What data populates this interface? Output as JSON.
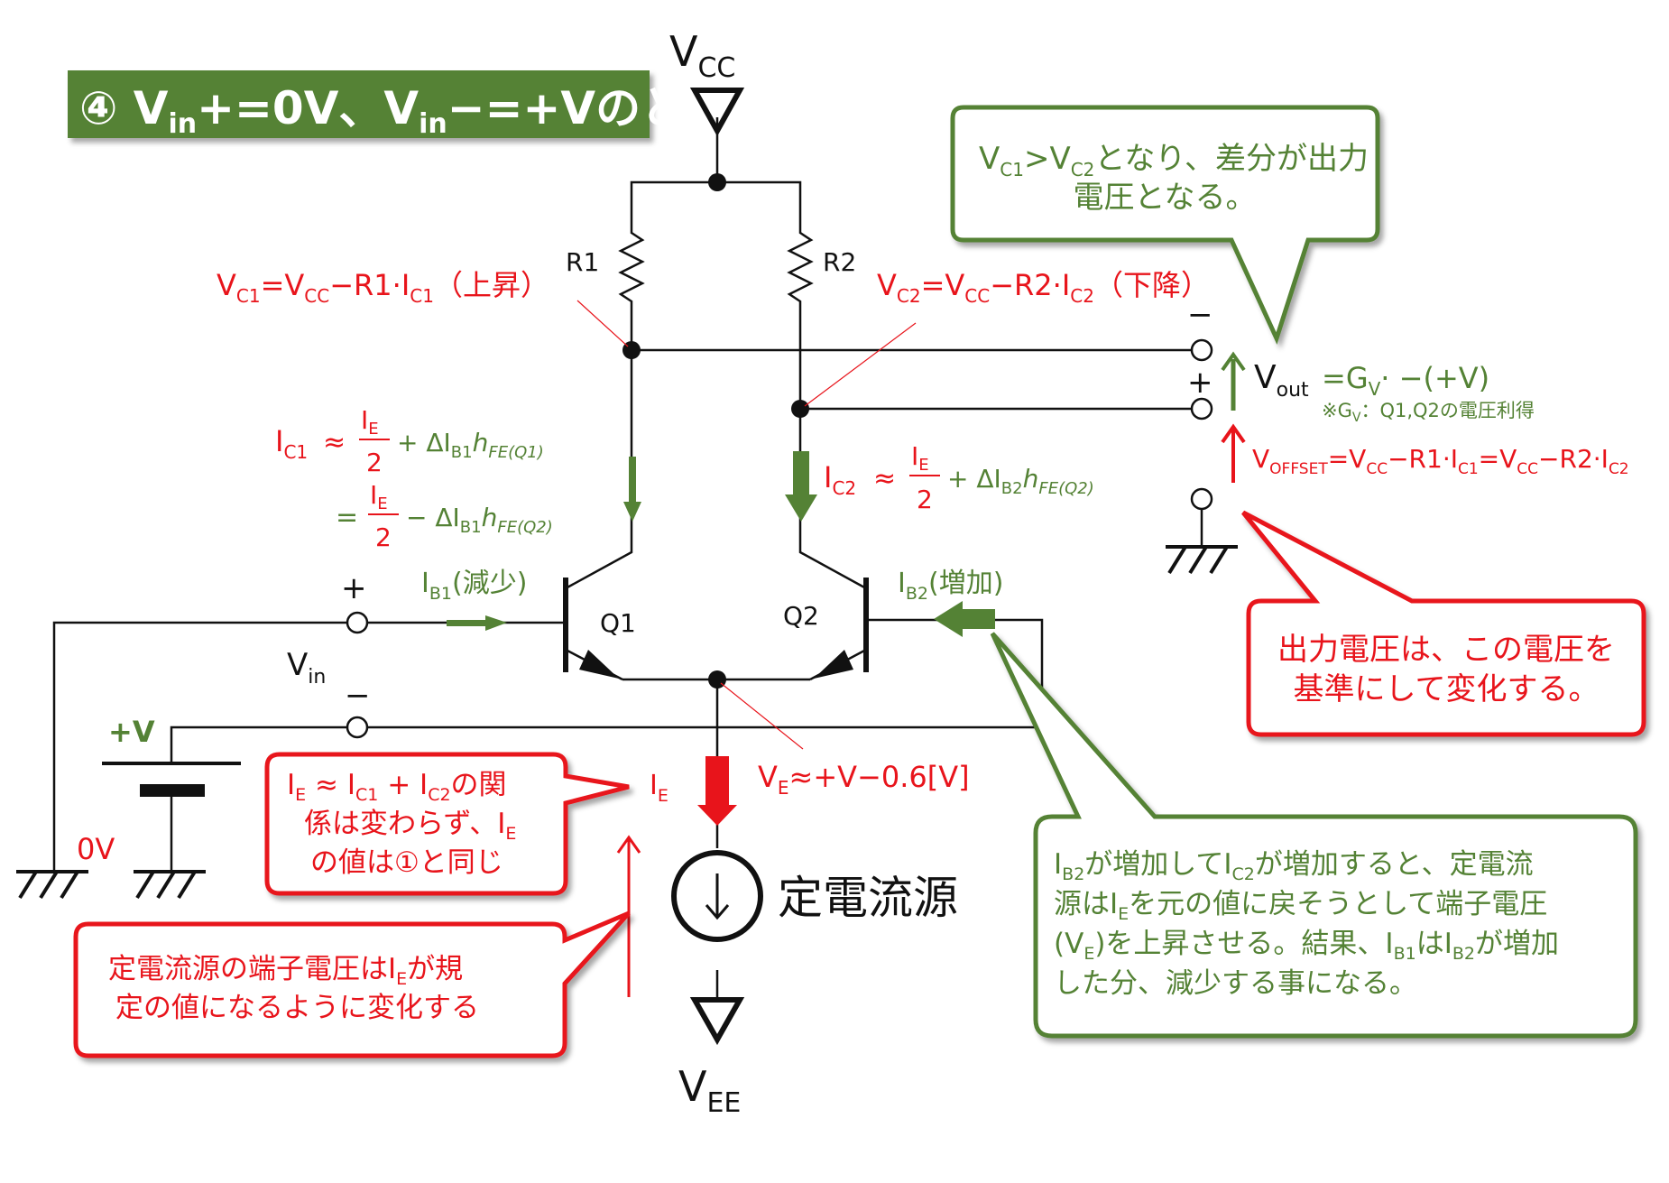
{
  "title": {
    "circle_num": "④",
    "p1": "V",
    "p1_sub": "in",
    "p2": "+=0V、V",
    "p2_sub": "in",
    "p3": "−=+Vのとき"
  },
  "supply": {
    "vcc": "V",
    "vcc_sub": "CC",
    "vee": "V",
    "vee_sub": "EE"
  },
  "components": {
    "r1": "R1",
    "r2": "R2",
    "q1": "Q1",
    "q2": "Q2",
    "vin": "V",
    "vin_sub": "in",
    "vin_plus": "+",
    "vin_minus": "−",
    "battery": "+V",
    "zero_v": "0V",
    "current_source": "定電流源",
    "vout_minus": "−",
    "vout_plus": "+"
  },
  "equations": {
    "vc1": {
      "a": "V",
      "a_sub": "C1",
      "b": "=V",
      "b_sub": "CC",
      "c": "−R1·I",
      "c_sub": "C1",
      "d": "（上昇）"
    },
    "vc2": {
      "a": "V",
      "a_sub": "C2",
      "b": "=V",
      "b_sub": "CC",
      "c": "−R2·I",
      "c_sub": "C2",
      "d": "（下降）"
    },
    "ic1": {
      "a": "I",
      "a_sub": "C1",
      "approx": "≈",
      "num": "I",
      "num_sub": "E",
      "den": "2",
      "tail": "+ ΔI",
      "tail_sub": "B1",
      "h": "h",
      "h_sub": "FE(Q1)"
    },
    "ic1b": {
      "eq": "=",
      "num": "I",
      "num_sub": "E",
      "den": "2",
      "tail": "− ΔI",
      "tail_sub": "B1",
      "h": "h",
      "h_sub": "FE(Q2)"
    },
    "ic2": {
      "a": "I",
      "a_sub": "C2",
      "approx": "≈",
      "num": "I",
      "num_sub": "E",
      "den": "2",
      "tail": "+ ΔI",
      "tail_sub": "B2",
      "h": "h",
      "h_sub": "FE(Q2)"
    },
    "ib1": {
      "a": "I",
      "a_sub": "B1",
      "b": "(減少)"
    },
    "ib2": {
      "a": "I",
      "a_sub": "B2",
      "b": "(増加)"
    },
    "ie": {
      "a": "I",
      "a_sub": "E"
    },
    "ve": {
      "a": "V",
      "a_sub": "E",
      "b": "≈+V−0.6[V]"
    },
    "vout": {
      "a": "V",
      "a_sub": "out",
      "b": "=G",
      "b_sub": "V",
      "c": "· −(+V)"
    },
    "gv_note": {
      "a": "※G",
      "a_sub": "V",
      "b": "：Q1,Q2の電圧利得"
    },
    "voffset": {
      "a": "V",
      "a_sub": "OFFSET",
      "b": "=V",
      "b_sub": "CC",
      "c": "−R1·I",
      "c_sub": "C1",
      "d": "=V",
      "d_sub": "CC",
      "e": "−R2·I",
      "e_sub": "C2"
    }
  },
  "callouts": {
    "top": {
      "l1_a": "V",
      "l1_a_sub": "C1",
      "l1_b": ">V",
      "l1_b_sub": "C2",
      "l1_c": "となり、差分が出力",
      "l2": "電圧となる。"
    },
    "output": {
      "l1": "出力電圧は、この電圧を",
      "l2": "基準にして変化する。"
    },
    "ie_note": {
      "l1_a": "I",
      "l1_a_sub": "E",
      "l1_b": " ≈ I",
      "l1_b_sub": "C1",
      "l1_c": " + I",
      "l1_c_sub": "C2",
      "l1_d": "の関",
      "l2_a": "係は変わらず、I",
      "l2_a_sub": "E",
      "l3": "の値は①と同じ"
    },
    "cs_note": {
      "l1_a": "定電流源の端子電圧はI",
      "l1_a_sub": "E",
      "l1_b": "が規",
      "l2": "定の値になるように変化する"
    },
    "ib2_note": {
      "l1_a": "I",
      "l1_a_sub": "B2",
      "l1_b": "が増加してI",
      "l1_b_sub": "C2",
      "l1_c": "が増加すると、定電流",
      "l2_a": "源はI",
      "l2_a_sub": "E",
      "l2_b": "を元の値に戻そうとして端子電圧",
      "l3_a": "(V",
      "l3_a_sub": "E",
      "l3_b": ")を上昇させる。結果、I",
      "l3_b_sub": "B1",
      "l3_c": "はI",
      "l3_c_sub": "B2",
      "l3_d": "が増加",
      "l4": "した分、減少する事になる。"
    }
  },
  "colors": {
    "title_bg": "#548235",
    "green": "#548235",
    "red": "#e8141b",
    "wire": "#111111"
  }
}
